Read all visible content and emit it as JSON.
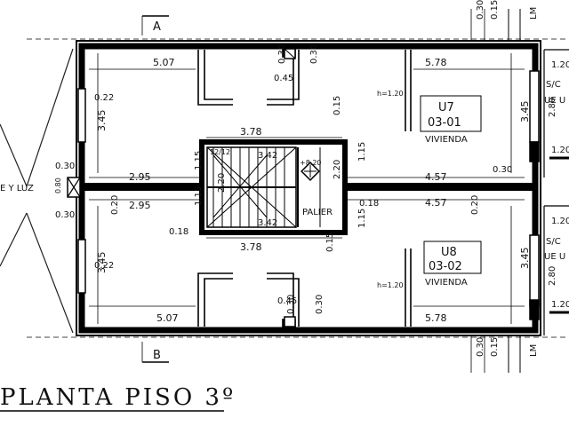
{
  "title": "PLANTA PISO 3º",
  "sections": {
    "top": "A",
    "bottom": "B"
  },
  "left_label": "E Y LUZ",
  "right_labels": [
    "1.20",
    "S/C",
    "UE U",
    "1.20",
    "1.20",
    "S/C",
    "UE U",
    "1.20"
  ],
  "units": [
    {
      "code": "U7",
      "number": "03-01",
      "type": "VIVIENDA"
    },
    {
      "code": "U8",
      "number": "03-02",
      "type": "VIVIENDA"
    }
  ],
  "stair": {
    "label": "PALIER",
    "level": "+8.20",
    "steps": "12/12"
  },
  "window_height": "h=1.20",
  "lm": "LM",
  "dims": {
    "d_5_07": "5.07",
    "d_5_78": "5.78",
    "d_3_78": "3.78",
    "d_3_42": "3.42",
    "d_2_95": "2.95",
    "d_4_57": "4.57",
    "d_3_45": "3.45",
    "d_0_22": "0.22",
    "d_0_45": "0.45",
    "d_0_30": "0.30",
    "d_0_15": "0.15",
    "d_0_20": "0.20",
    "d_0_18": "0.18",
    "d_1_15": "1.15",
    "d_2_20": "2.20",
    "d_2_80": "2.80",
    "d_0_80": "0.80"
  }
}
